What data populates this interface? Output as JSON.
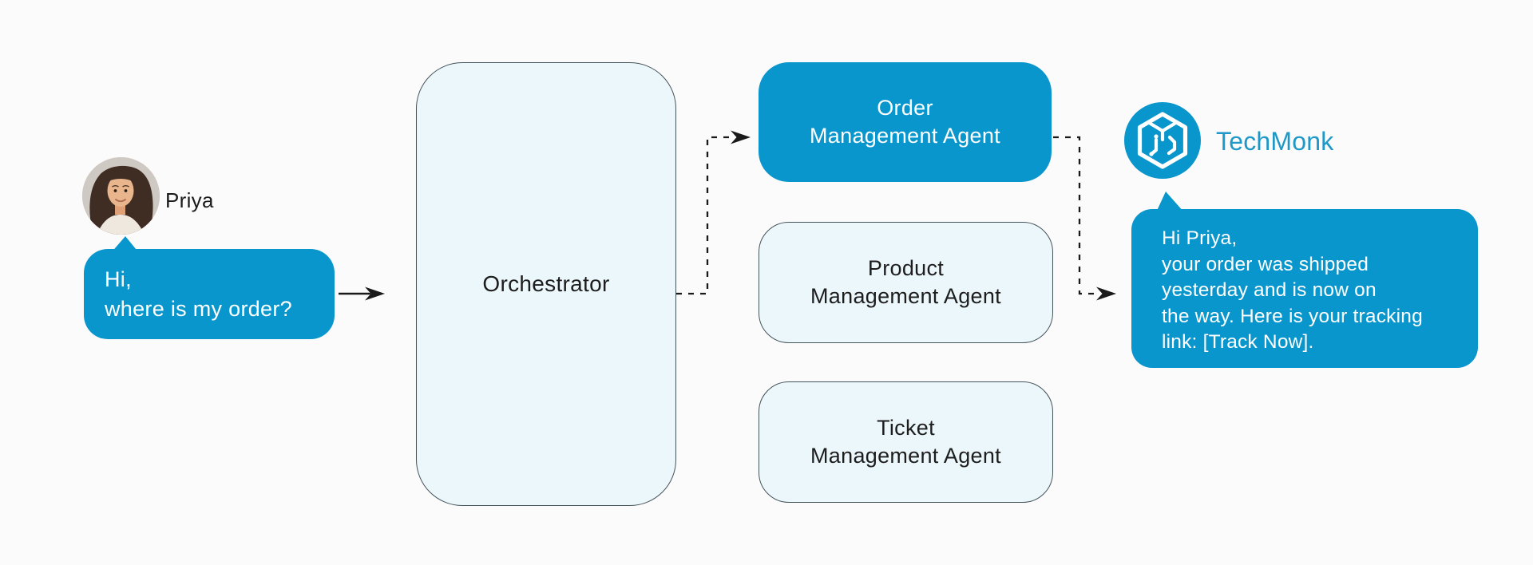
{
  "colors": {
    "accent_blue": "#0996cc",
    "light_box_fill": "#ecf7fb",
    "box_border": "#44545b",
    "brand_text_blue": "#1e98c7",
    "background": "#fcfbfb",
    "dark_text": "#1d1d1d",
    "connector_black": "#1a1a1a"
  },
  "user": {
    "name": "Priya",
    "avatar": "woman-portrait-photo"
  },
  "user_message": {
    "lines": [
      "Hi,",
      "where is my order?"
    ]
  },
  "orchestrator": {
    "label": "Orchestrator"
  },
  "agents": [
    {
      "label_line1": "Order",
      "label_line2": "Management Agent",
      "variant": "primary"
    },
    {
      "label_line1": "Product",
      "label_line2": "Management Agent",
      "variant": "light"
    },
    {
      "label_line1": "Ticket",
      "label_line2": "Management Agent",
      "variant": "light"
    }
  ],
  "brand": {
    "name": "TechMonk",
    "logo": "techmonk-circuit-cube-logo"
  },
  "response_message": {
    "lines": [
      "Hi Priya,",
      "your order was shipped",
      "yesterday and is now on",
      "the way. Here is your tracking",
      "link: [Track Now]."
    ]
  }
}
